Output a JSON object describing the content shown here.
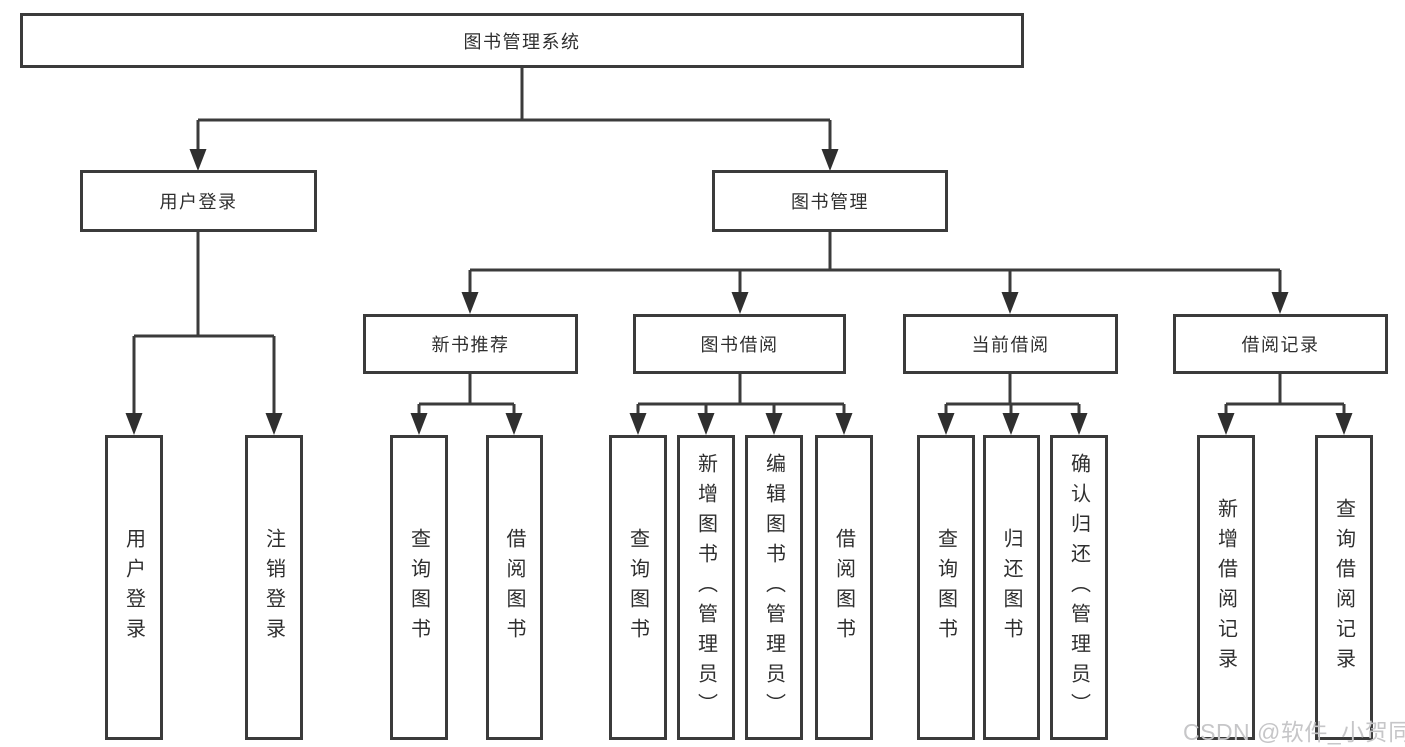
{
  "nodes": {
    "root": "图书管理系统",
    "user_login_group": "用户登录",
    "book_mgmt_group": "图书管理",
    "new_book_rec": "新书推荐",
    "book_borrow": "图书借阅",
    "current_borrow": "当前借阅",
    "borrow_records": "借阅记录",
    "leaf_user_login": "用户登录",
    "leaf_logout": "注销登录",
    "leaf_nb_query": "查询图书",
    "leaf_nb_borrow": "借阅图书",
    "leaf_bb_query": "查询图书",
    "leaf_bb_add": "新增图书（管理员）",
    "leaf_bb_edit": "编辑图书（管理员）",
    "leaf_bb_borrow": "借阅图书",
    "leaf_cb_query": "查询图书",
    "leaf_cb_return": "归还图书",
    "leaf_cb_confirm": "确认归还（管理员）",
    "leaf_br_add": "新增借阅记录",
    "leaf_br_query": "查询借阅记录"
  },
  "watermark": "CSDN @软件_小贺同学",
  "colors": {
    "line": "#3b3b3b",
    "border": "#3b3b3b",
    "box_fill": "#ffffff",
    "text": "#2f2f2f",
    "watermark": "#c6c6c8"
  }
}
